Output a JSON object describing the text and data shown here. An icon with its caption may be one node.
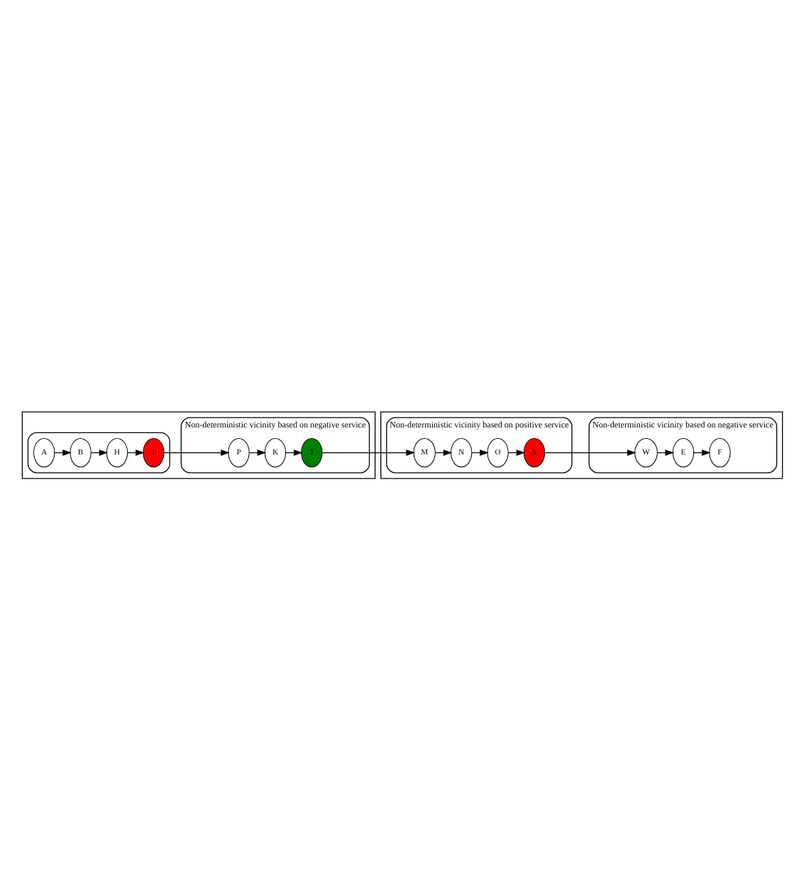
{
  "diagram": {
    "nodes": [
      {
        "text": [],
        "shape": "box"
      },
      {
        "text": [],
        "shape": "ellipse",
        "in": 0
      },
      {
        "text": [
          "A"
        ],
        "in": 1
      },
      {
        "text": [
          "B"
        ],
        "in": 1
      },
      {
        "text": [
          "H"
        ],
        "in": 1
      },
      {
        "text": [
          "I"
        ],
        "in": 1
      },
      {
        "text": [
          "Non-deterministic vicinity based on negative service"
        ],
        "in": 0
      },
      {
        "text": [
          "P"
        ],
        "in": 6
      },
      {
        "text": [
          "K"
        ],
        "in": 6
      },
      {
        "text": [
          "J"
        ],
        "in": 6
      },
      {
        "text": [],
        "shape": "box"
      },
      {
        "text": [
          "Non-deterministic vicinity based on positive service"
        ],
        "in": 10
      },
      {
        "text": [
          "N"
        ],
        "in": 11
      },
      {
        "text": [
          "M"
        ],
        "in": 11
      },
      {
        "text": [
          "O"
        ],
        "in": 11
      },
      {
        "text": [
          "X"
        ],
        "in": 11
      },
      {
        "text": [
          "Non-deterministic vicinity based on negative service"
        ],
        "in": 10
      },
      {
        "text": [
          "W"
        ],
        "in": 16
      },
      {
        "text": [
          "E"
        ],
        "in": 16
      },
      {
        "text": [
          "F"
        ],
        "in": 16
      }
    ],
    "edges": [
      {
        "from": 2,
        "to": 3,
        "arrow": "to"
      },
      {
        "from": 3,
        "to": 4,
        "arrow": "to"
      },
      {
        "from": 4,
        "to": 5,
        "arrow": "to"
      },
      {
        "from": 5,
        "to": 7,
        "arrow": "to"
      },
      {
        "from": 7,
        "to": 8,
        "arrow": "to"
      },
      {
        "from": 8,
        "to": 9,
        "arrow": "to"
      },
      {
        "from": 9,
        "to": 13,
        "arrow": "to"
      },
      {
        "from": 13,
        "to": 12,
        "arrow": "to"
      },
      {
        "from": 12,
        "to": 14,
        "arrow": "to"
      },
      {
        "from": 14,
        "to": 15,
        "arrow": "to"
      },
      {
        "from": 15,
        "to": 17,
        "arrow": "to"
      },
      {
        "from": 17,
        "to": 18,
        "arrow": "to"
      },
      {
        "from": 18,
        "to": 19,
        "arrow": "to"
      }
    ]
  }
}
